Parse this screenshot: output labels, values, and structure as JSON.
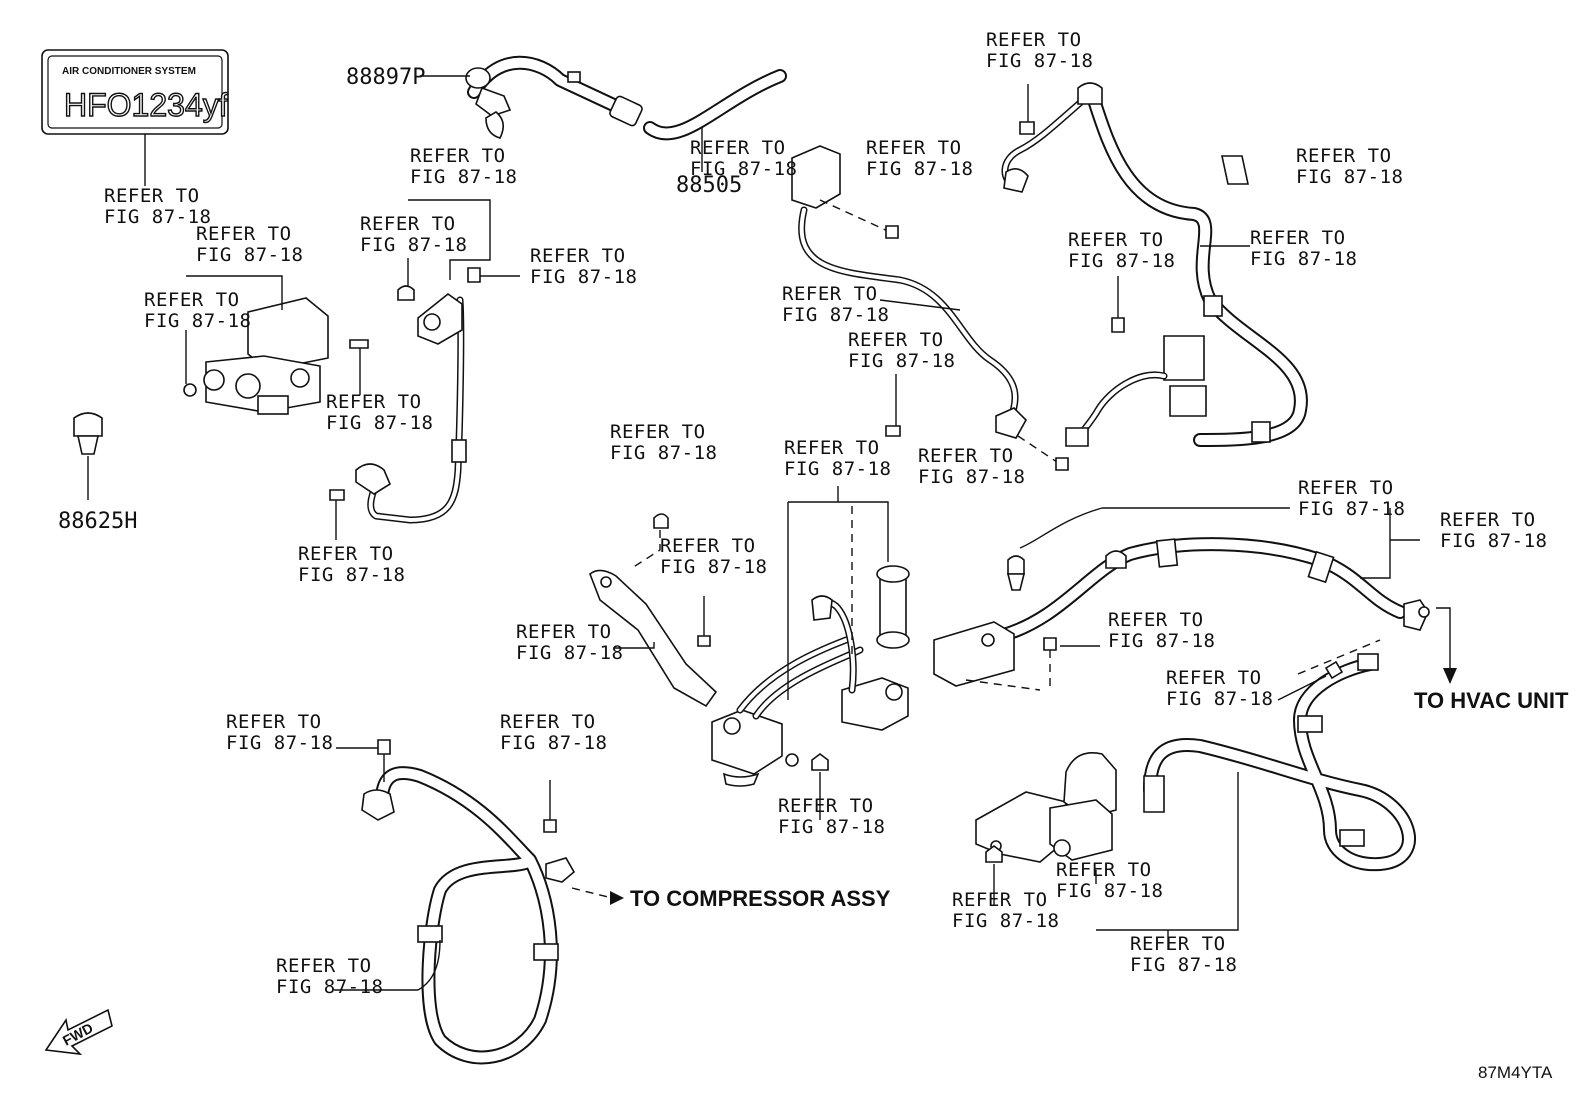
{
  "label_sticker": {
    "header": "AIR CONDITIONER SYSTEM",
    "refrigerant": "HFO1234yf"
  },
  "callouts": {
    "line1": "REFER TO",
    "line2": "FIG 87-18"
  },
  "part_numbers": {
    "p88897P": "88897P",
    "p88505": "88505",
    "p88625H": "88625H"
  },
  "destinations": {
    "hvac": "TO HVAC UNIT",
    "compressor": "TO COMPRESSOR ASSY"
  },
  "direction_marker": "FWD",
  "figure_code": "87M4YTA"
}
